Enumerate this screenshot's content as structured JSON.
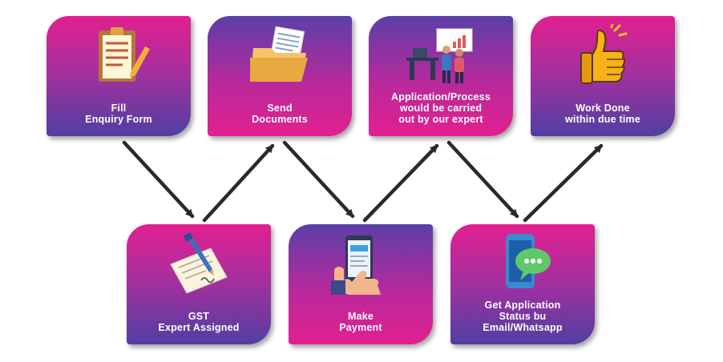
{
  "steps": [
    {
      "line1": "Fill",
      "line2": "Enquiry Form",
      "line3": "",
      "icon": "clipboard-icon"
    },
    {
      "line1": "Send",
      "line2": "Documents",
      "line3": "",
      "icon": "folder-icon"
    },
    {
      "line1": "Application/Process",
      "line2": "would be carried",
      "line3": "out by our expert",
      "icon": "team-presentation-icon"
    },
    {
      "line1": "Work Done",
      "line2": "within due time",
      "line3": "",
      "icon": "thumbs-up-icon"
    },
    {
      "line1": "GST",
      "line2": "Expert Assigned",
      "line3": "",
      "icon": "document-pen-icon"
    },
    {
      "line1": "Make",
      "line2": "Payment",
      "line3": "",
      "icon": "phone-payment-icon"
    },
    {
      "line1": "Get Application",
      "line2": "Status bu",
      "line3": "Email/Whatsapp",
      "icon": "phone-chat-icon"
    }
  ],
  "colors": {
    "gradient_purple": "#5b3fa8",
    "gradient_pink": "#e2208f",
    "arrow": "#2a2a2a",
    "text": "#ffffff"
  }
}
